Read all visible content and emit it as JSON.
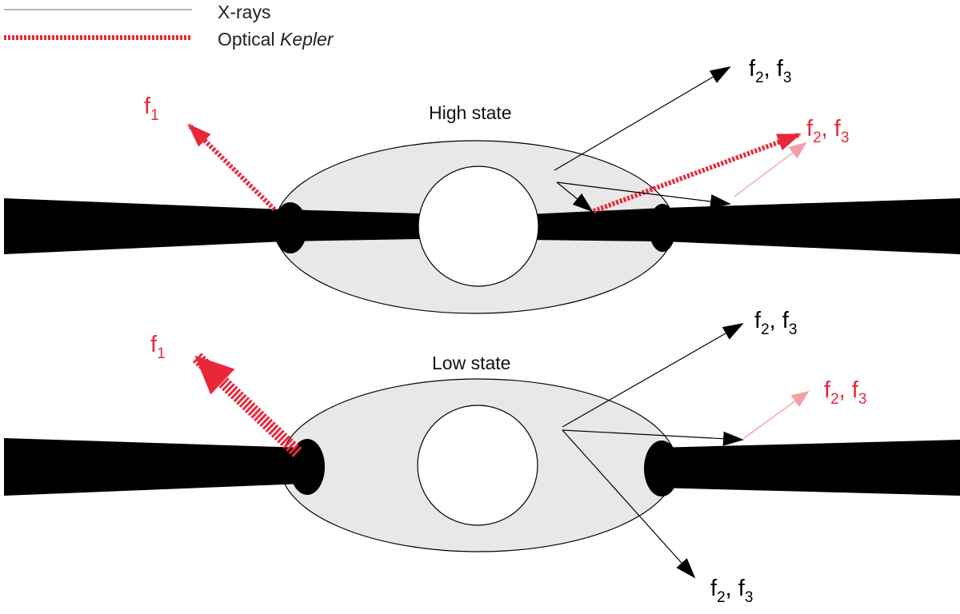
{
  "legend": {
    "xray": "X-rays",
    "optical_prefix": "Optical ",
    "optical_italic": "Kepler"
  },
  "panels": {
    "high": {
      "title": "High state",
      "red_left": {
        "f": "f",
        "sub": "1"
      },
      "black_top": {
        "f": "f",
        "s1": "2",
        "mid": ", f",
        "s2": "3"
      },
      "red_right": {
        "f": "f",
        "s1": "2",
        "mid": ", f",
        "s2": "3"
      }
    },
    "low": {
      "title": "Low state",
      "red_left": {
        "f": "f",
        "sub": "1"
      },
      "black_top": {
        "f": "f",
        "s1": "2",
        "mid": ", f",
        "s2": "3"
      },
      "red_right": {
        "f": "f",
        "s1": "2",
        "mid": ", f",
        "s2": "3"
      },
      "black_bottom": {
        "f": "f",
        "s1": "2",
        "mid": ", f",
        "s2": "3"
      }
    }
  },
  "colors": {
    "disk": "#000000",
    "corona": "#e8e8e8",
    "xray": "#000000",
    "optical": "#e8283a",
    "optical_light": "#f0a0a8"
  }
}
